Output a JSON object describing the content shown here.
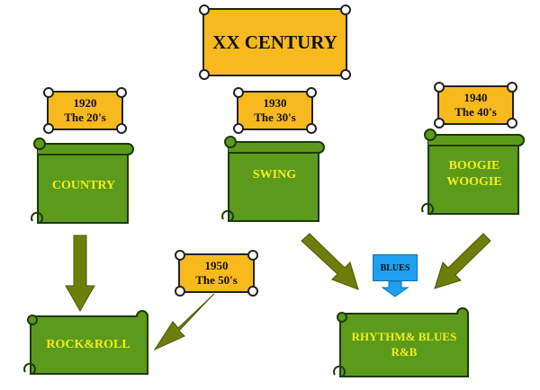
{
  "title": "XX CENTURY",
  "decades": [
    {
      "year": "1920",
      "name": "The 20's"
    },
    {
      "year": "1930",
      "name": "The 30's"
    },
    {
      "year": "1940",
      "name": "The 40's"
    },
    {
      "year": "1950",
      "name": "The 50's"
    }
  ],
  "genres": {
    "country": [
      "COUNTRY"
    ],
    "swing": [
      "SWING"
    ],
    "boogie": [
      "BOOGIE",
      "WOOGIE"
    ],
    "rockroll": [
      "ROCK&ROLL"
    ],
    "rnb": [
      "RHYTHM& BLUES",
      "R&B"
    ]
  },
  "blues_label": "BLUES",
  "colors": {
    "plaque_fill": "#f8b91c",
    "scroll_fill": "#5c9a1b",
    "scroll_text": "#f1ef1a",
    "arrow_fill": "#6d7e0a",
    "blues_fill": "#1ea0ef"
  },
  "icons": {
    "arrow": "block-arrow",
    "scroll": "scroll-banner"
  }
}
